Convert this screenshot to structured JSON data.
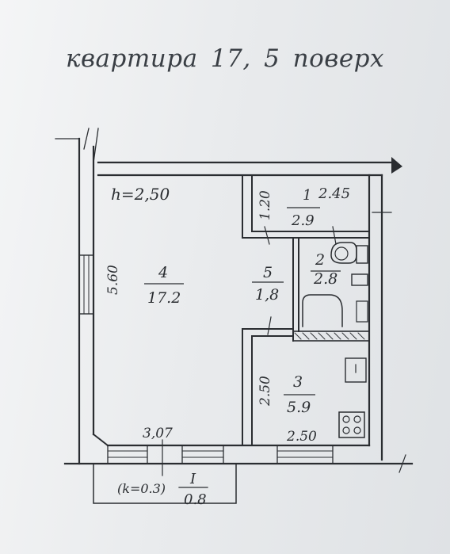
{
  "title": "квартира  17,  5 поверх",
  "ceiling_height": "h=2,50",
  "dimensions": {
    "top_right": "2.45",
    "left_wall": "5.60",
    "room1_side": "1.20",
    "room3_side": "2.50",
    "bottom_left": "3,07",
    "bottom_right": "2.50"
  },
  "rooms": [
    {
      "number": "1",
      "area": "2.9"
    },
    {
      "number": "2",
      "area": "2.8"
    },
    {
      "number": "3",
      "area": "5.9"
    },
    {
      "number": "4",
      "area": "17.2"
    },
    {
      "number": "5",
      "area": "1,8"
    }
  ],
  "balcony": {
    "coefficient": "(k=0.3)",
    "number": "I",
    "area": "0.8"
  },
  "colors": {
    "ink": "#2a2d31",
    "paper": "#eceeef"
  }
}
